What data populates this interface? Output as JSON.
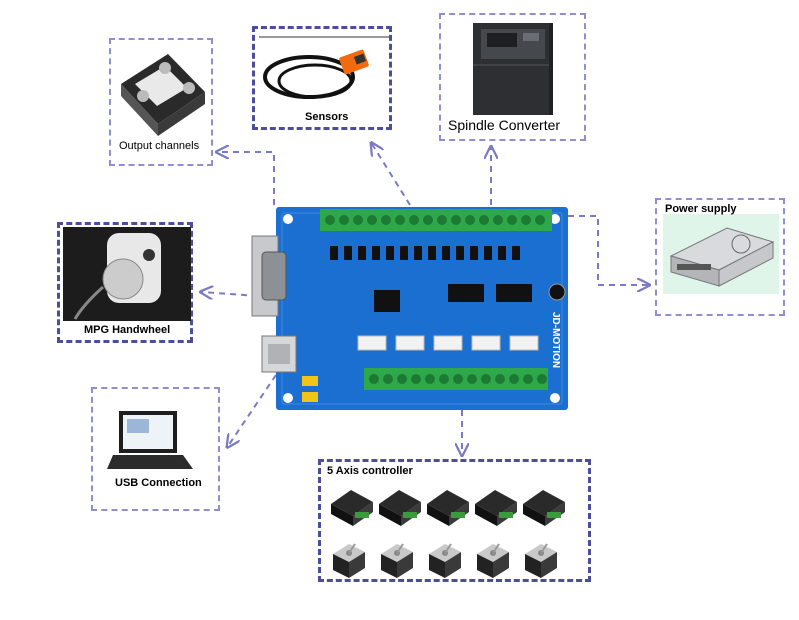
{
  "diagram": {
    "center_device": {
      "board_label": "JD-MOTION"
    },
    "peripherals": {
      "output_channels": {
        "label": "Output channels"
      },
      "sensors": {
        "label": "Sensors"
      },
      "spindle_converter": {
        "label": "Spindle Converter"
      },
      "power_supply": {
        "label": "Power supply"
      },
      "mpg_handwheel": {
        "label": "MPG Handwheel"
      },
      "usb_connection": {
        "label": "USB Connection"
      },
      "axis_controller": {
        "label": "5 Axis controller",
        "count": 5
      }
    },
    "colors": {
      "board": "#1a6fd1",
      "terminal": "#2ea84a",
      "dashed_border": "#8f8fcf",
      "dashed_border_strong": "#4d4d9e",
      "arrow": "#7a7ac4"
    }
  }
}
